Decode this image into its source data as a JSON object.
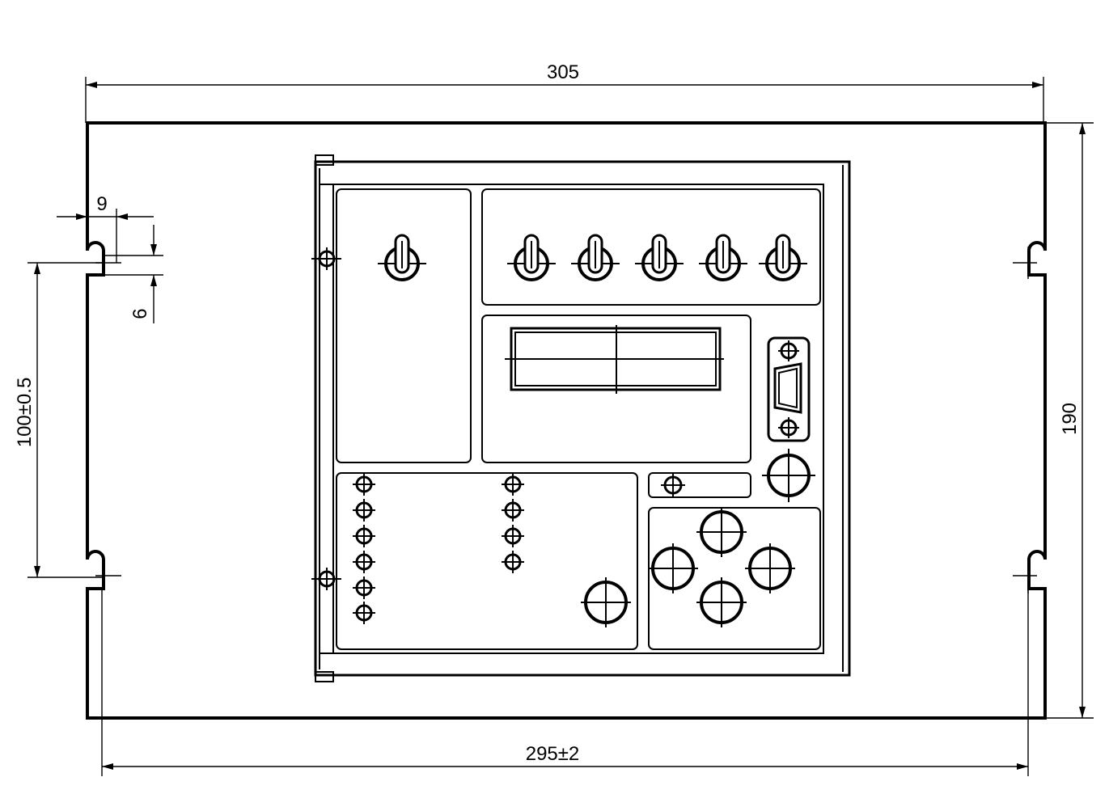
{
  "dimensions": {
    "overall_width": "305",
    "overall_height": "190",
    "slot_width": "9",
    "slot_height": "6",
    "slot_spacing": "100±0.5",
    "slot_center_distance": "295±2"
  },
  "colors": {
    "line": "#000000",
    "background": "#ffffff"
  }
}
